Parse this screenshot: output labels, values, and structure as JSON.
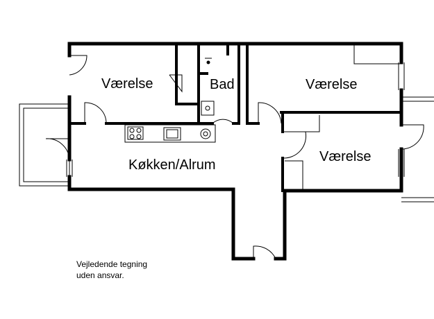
{
  "rooms": {
    "vaerelse_1": "Værelse",
    "bad": "Bad",
    "vaerelse_2": "Værelse",
    "vaerelse_3": "Værelse",
    "kokken": "Køkken/Alrum"
  },
  "disclaimer": {
    "line1": "Vejledende tegning",
    "line2": "uden ansvar."
  }
}
